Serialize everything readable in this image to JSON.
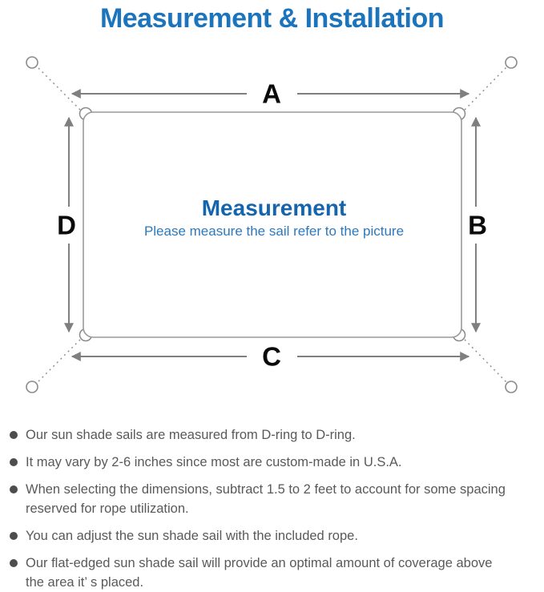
{
  "title": "Measurement & Installation",
  "colors": {
    "titleBlue": "#1B74BC",
    "centerBlue": "#1565AE",
    "subtitleBlue": "#2C79BE",
    "lineGray": "#7F7F7F",
    "outlineGray": "#9A9A9A",
    "ringGray": "#8A8A8A",
    "noteGray": "#595959",
    "bulletGray": "#4D4D4D"
  },
  "diagram": {
    "edge_labels": {
      "top": "A",
      "right": "B",
      "bottom": "C",
      "left": "D"
    },
    "center": {
      "title": "Measurement",
      "subtitle": "Please measure the sail refer to the picture"
    }
  },
  "notes": {
    "items": [
      "Our sun shade sails are measured from D-ring to D-ring.",
      "It may vary by 2-6 inches since most are custom-made in U.S.A.",
      "When selecting the dimensions, subtract 1.5 to 2 feet to account for some spacing\nreserved for rope utilization.",
      "You can adjust the sun shade sail with the included rope.",
      "Our flat-edged sun shade sail will provide an optimal amount of coverage above\nthe area it’ s placed."
    ]
  }
}
